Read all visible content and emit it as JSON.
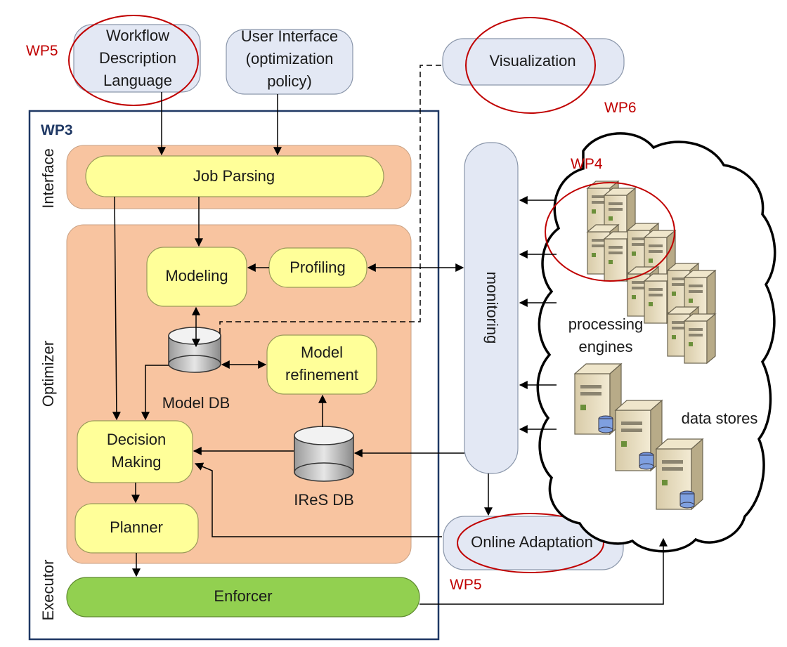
{
  "inputs": {
    "workflow_language": [
      "Workflow",
      "Description",
      "Language"
    ],
    "user_interface": [
      "User Interface",
      "(optimization",
      "policy)"
    ],
    "visualization": "Visualization"
  },
  "wp_labels": {
    "wp5_top": "WP5",
    "wp6": "WP6",
    "wp3": "WP3",
    "wp4": "WP4",
    "wp5_bottom": "WP5"
  },
  "sections": {
    "interface": "Interface",
    "optimizer": "Optimizer",
    "executor": "Executor"
  },
  "components": {
    "job_parsing": "Job Parsing",
    "modeling": "Modeling",
    "profiling": "Profiling",
    "model_db": "Model DB",
    "model_refinement": [
      "Model",
      "refinement"
    ],
    "decision_making": [
      "Decision",
      "Making"
    ],
    "ires_db": "IReS DB",
    "planner": "Planner",
    "enforcer": "Enforcer",
    "monitoring": "monitoring",
    "online_adaptation": "Online Adaptation"
  },
  "cloud": {
    "processing_engines": [
      "processing",
      "engines"
    ],
    "data_stores": "data stores"
  },
  "colors": {
    "panel_fill": "#f8c4a0",
    "yellow_box": "#ffff99",
    "blue_box": "#e3e8f4",
    "enforcer": "#92d050",
    "wp3_border": "#1f3864",
    "highlight_red": "#c00000"
  }
}
